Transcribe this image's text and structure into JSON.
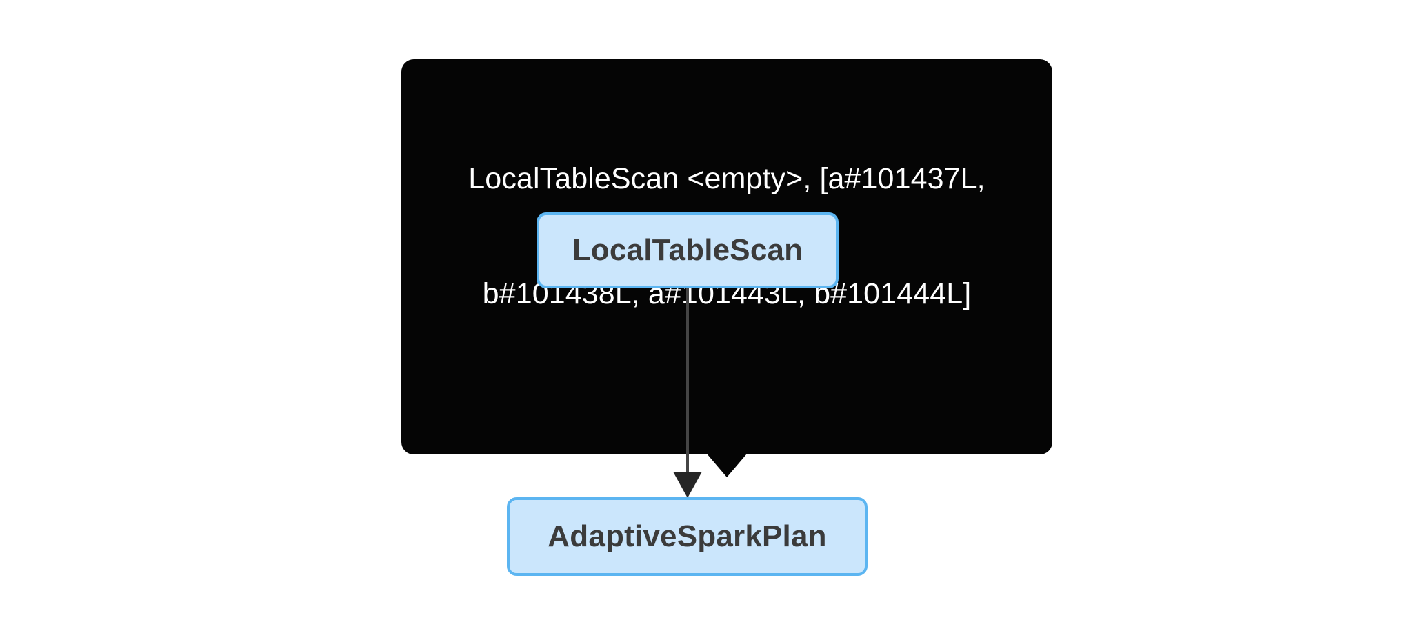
{
  "background_color": "#ffffff",
  "tooltip": {
    "name": "plan-node-tooltip",
    "background_color": "#050505",
    "text_color": "#ffffff",
    "line1": "LocalTableScan <empty>, [a#101437L,",
    "line2": "b#101438L, a#101443L, b#101444L]",
    "full_text": "LocalTableScan <empty>, [a#101437L, b#101438L, a#101443L, b#101444L]"
  },
  "nodes": [
    {
      "id": "localtablescan",
      "label": "LocalTableScan",
      "fill_color": "#CBE6FC",
      "border_color": "#5CB5F1",
      "text_color": "#3B3B3B"
    },
    {
      "id": "adaptivesparkplan",
      "label": "AdaptiveSparkPlan",
      "fill_color": "#CBE6FC",
      "border_color": "#5CB5F1",
      "text_color": "#3B3B3B"
    }
  ],
  "edges": [
    {
      "from": "localtablescan",
      "to": "adaptivesparkplan",
      "color": "#454545",
      "arrowhead": "down-triangle"
    }
  ]
}
